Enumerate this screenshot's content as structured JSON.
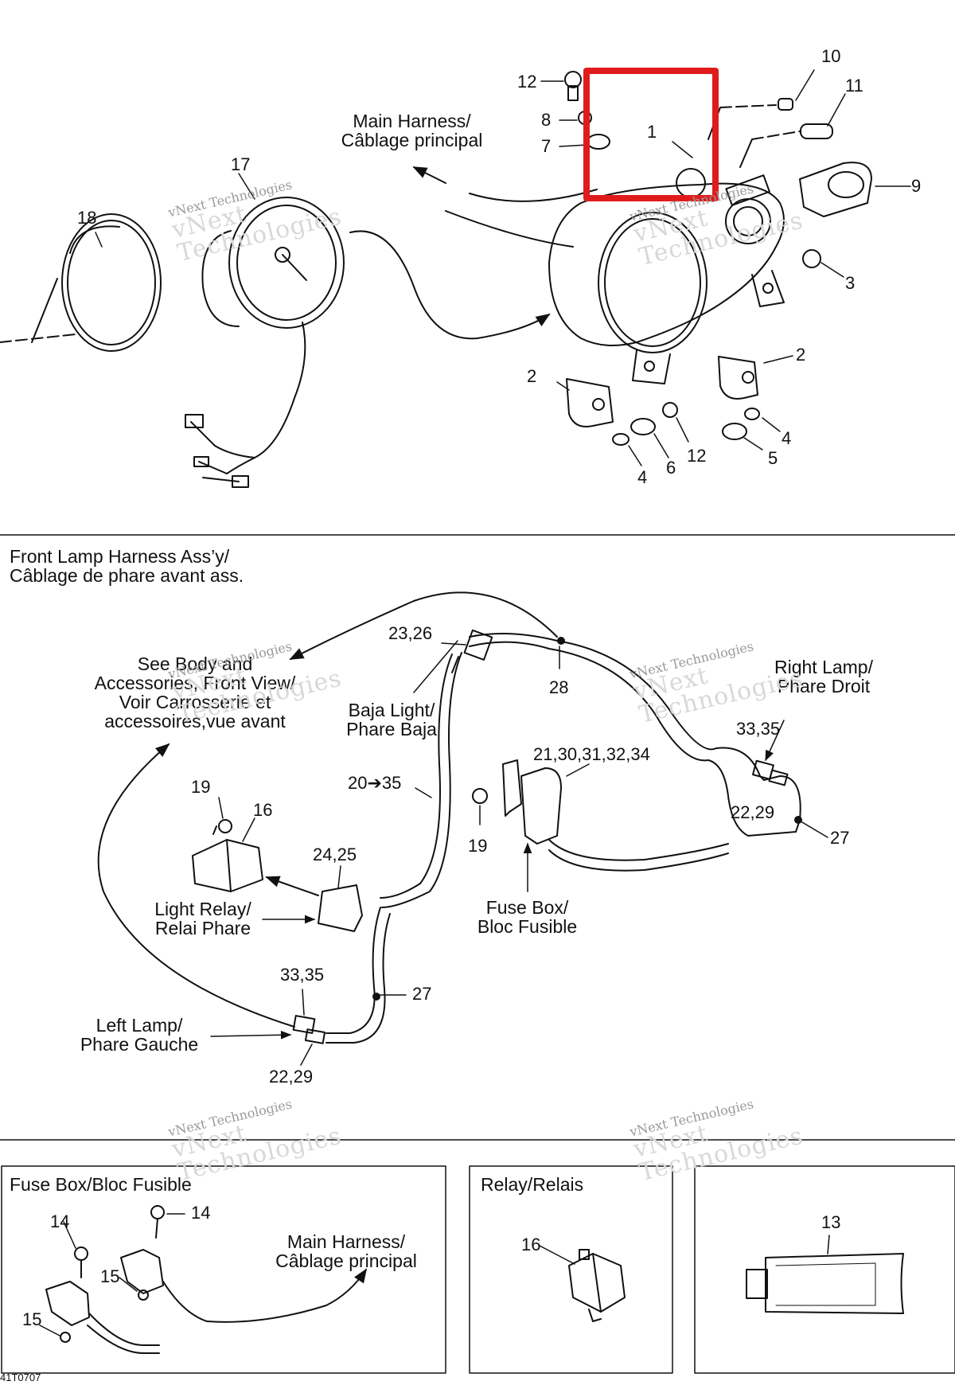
{
  "top_section": {
    "main_harness_label": "Main Harness/\nCâblage principal",
    "callouts": {
      "c1": "1",
      "c2a": "2",
      "c2b": "2",
      "c3": "3",
      "c4a": "4",
      "c4b": "4",
      "c5": "5",
      "c6": "6",
      "c7": "7",
      "c8": "8",
      "c9": "9",
      "c10": "10",
      "c11": "11",
      "c12a": "12",
      "c12b": "12",
      "c17": "17",
      "c18": "18"
    }
  },
  "middle_section": {
    "title": "Front Lamp Harness Ass’y/\nCâblage de phare avant ass.",
    "see_body_label": "See Body and\nAccessories, Front View/\nVoir Carrosserie et\naccessoires,vue avant",
    "baja_light_label": "Baja Light/\nPhare Baja",
    "right_lamp_label": "Right Lamp/\nPhare Droit",
    "left_lamp_label": "Left Lamp/\nPhare Gauche",
    "light_relay_label": "Light Relay/\nRelai Phare",
    "fuse_box_label": "Fuse Box/\nBloc Fusible",
    "callouts": {
      "c23_26": "23,26",
      "c28": "28",
      "c33_35_right": "33,35",
      "c22_29_right": "22,29",
      "c27_right": "27",
      "c21_34": "21,30,31,32,34",
      "c20_35": "20➔35",
      "c19a": "19",
      "c19b": "19",
      "c16": "16",
      "c24_25": "24,25",
      "c33_35_left": "33,35",
      "c27_left": "27",
      "c22_29_left": "22,29"
    }
  },
  "bottom_section": {
    "fuse_box_title": "Fuse Box/Bloc Fusible",
    "relay_title": "Relay/Relais",
    "main_harness_label": "Main Harness/\nCâblage principal",
    "callouts": {
      "c14a": "14",
      "c14b": "14",
      "c15a": "15",
      "c15b": "15",
      "c16": "16",
      "c13": "13"
    }
  },
  "watermark": {
    "small": "vNext Technologies",
    "big": "vNext\nTechnologies"
  },
  "drawing_code": "41T0707",
  "highlight_color": "#e01b1b"
}
